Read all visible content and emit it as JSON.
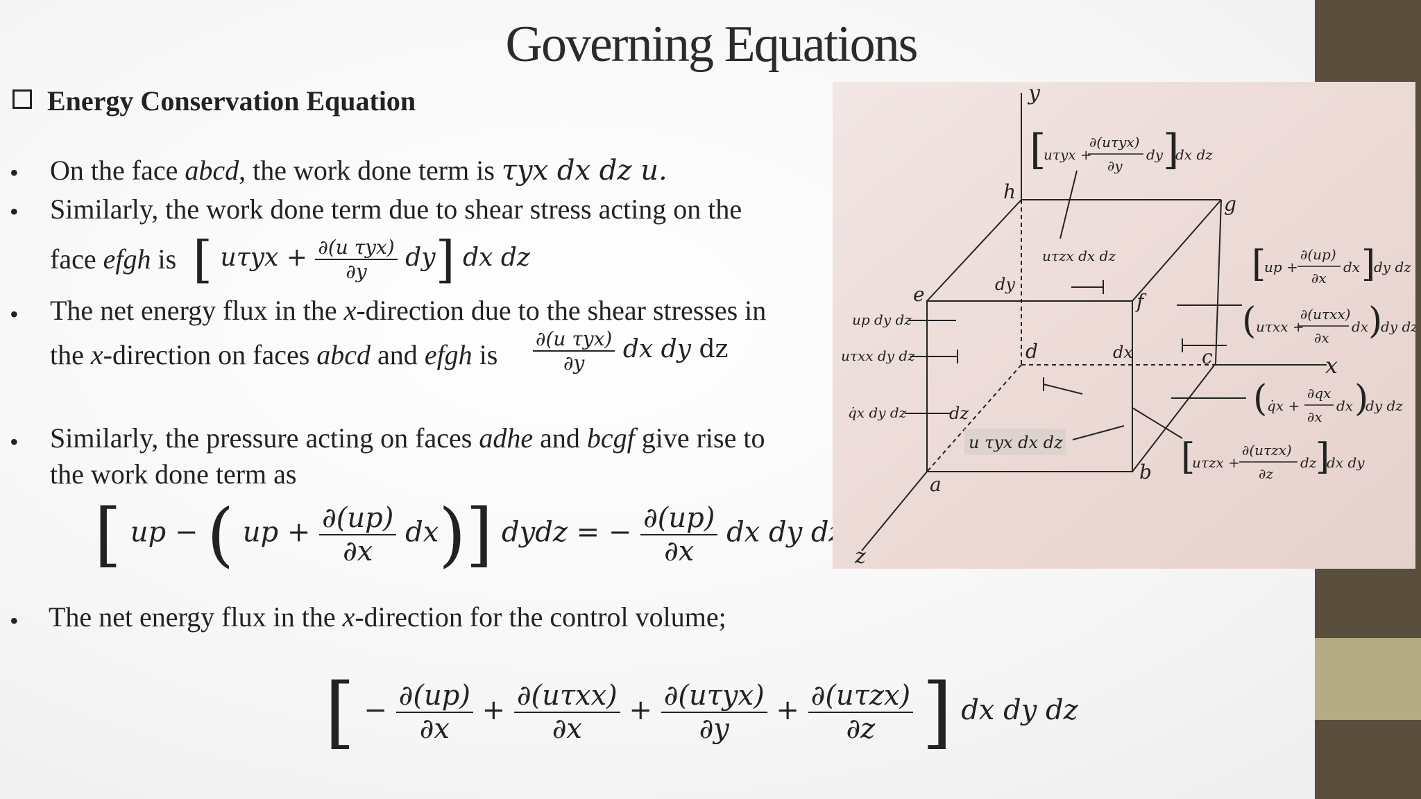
{
  "slide": {
    "title": "Governing Equations",
    "section_heading": "Energy Conservation Equation",
    "bullet_glyph": "•",
    "bullets": {
      "b1_a": "On the face ",
      "b1_face": "abcd",
      "b1_b": ", the work done term is ",
      "b1_expr": "τyx dx dz u.",
      "b2_line1": "Similarly, the work done term due to shear stress acting on the",
      "b2_a": "face ",
      "b2_face": "efgh",
      "b2_b": " is",
      "b3_line1_a": "The net energy flux in the ",
      "b3_x": "x",
      "b3_line1_b": "-direction due to the shear stresses in",
      "b3_line2_a": "the ",
      "b3_line2_b": "-direction on faces ",
      "b3_face1": "abcd",
      "b3_and": " and ",
      "b3_face2": "efgh",
      "b3_is": " is",
      "b4_line1_a": "Similarly, the pressure acting on faces ",
      "b4_face1": "adhe",
      "b4_and": " and ",
      "b4_face2": "bcgf",
      "b4_line1_b": " give rise to",
      "b4_line2": "the work done term as",
      "b5_a": "The net energy flux in the ",
      "b5_x": "x",
      "b5_b": "-direction for the control volume;"
    },
    "equations": {
      "eq2_in": "uτyx +",
      "eq2_num": "∂(u τyx)",
      "eq2_den": "∂y",
      "eq2_tail": "dy",
      "eq2_out": "dx dz",
      "eq3_num": "∂(u τyx)",
      "eq3_den": "∂y",
      "eq3_tail": "dx dy",
      "eq3_dz": "dz",
      "eq4_a": "up −",
      "eq4_b": "up +",
      "eq4_num": "∂(up)",
      "eq4_den": "∂x",
      "eq4_dx": "dx",
      "eq4_mid": "dydz = −",
      "eq4_num2": "∂(up)",
      "eq4_den2": "∂x",
      "eq4_tail": "dx dy dz",
      "eq5_minus": "−",
      "eq5_t1_num": "∂(up)",
      "eq5_t1_den": "∂x",
      "eq5_t2_num": "∂(uτxx)",
      "eq5_t2_den": "∂x",
      "eq5_t3_num": "∂(uτyx)",
      "eq5_t3_den": "∂y",
      "eq5_t4_num": "∂(uτzx)",
      "eq5_t4_den": "∂z",
      "eq5_plus": "+",
      "eq5_tail": "dx dy dz"
    },
    "figure": {
      "axis_y": "y",
      "axis_x": "x",
      "axis_z": "z",
      "corner_h": "h",
      "corner_g": "g",
      "corner_e": "e",
      "corner_f": "f",
      "corner_d": "d",
      "corner_c": "c",
      "corner_a": "a",
      "corner_b": "b",
      "dim_dy": "dy",
      "dim_dx": "dx",
      "dim_dz": "dz",
      "top_flux_a": "uτyx +",
      "top_flux_num": "∂(uτyx)",
      "top_flux_den": "∂y",
      "top_flux_b": "dy",
      "top_flux_c": "dx dz",
      "inner_top": "uτzx dx dz",
      "left_1": "up dy dz",
      "left_2": "uτxx dy dz",
      "left_3": "q̇x dy dz",
      "bottom_inner": "u τyx dx dz",
      "right_1_a": "up +",
      "right_1_num": "∂(up)",
      "right_1_den": "∂x",
      "right_1_b": "dx",
      "right_1_c": "dy dz",
      "right_2_a": "uτxx +",
      "right_2_num": "∂(uτxx)",
      "right_2_den": "∂x",
      "right_2_b": "dx",
      "right_2_c": "dy dz",
      "right_3_a": "q̇x +",
      "right_3_num": "∂qx",
      "right_3_den": "∂x",
      "right_3_b": "dx",
      "right_3_c": "dy dz",
      "right_4_a": "uτzx +",
      "right_4_num": "∂(uτzx)",
      "right_4_den": "∂z",
      "right_4_b": "dz",
      "right_4_c": "dx dy"
    },
    "colors": {
      "sidebar_dark": "#5a4e3c",
      "sidebar_light": "#b3ac84",
      "photo_bg": "#ead8d4",
      "ink": "#222222"
    }
  }
}
